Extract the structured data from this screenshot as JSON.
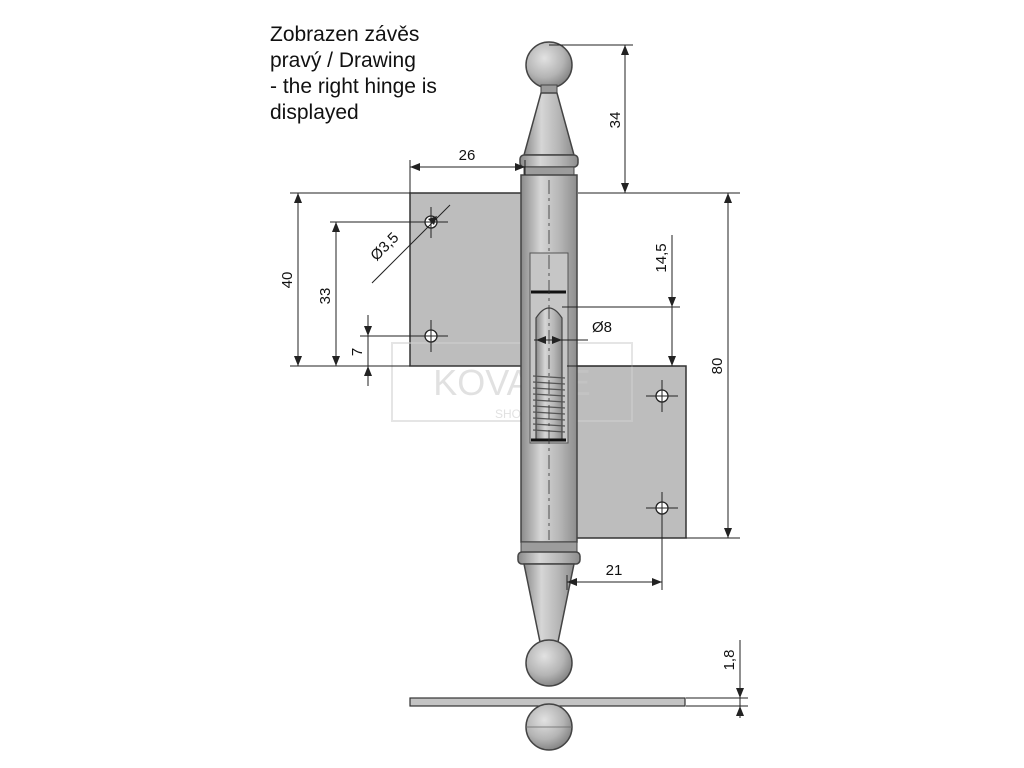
{
  "caption": {
    "lines": [
      "Zobrazen závěs",
      "pravý / Drawing",
      "- the right hinge is",
      "displayed"
    ]
  },
  "dimensions": {
    "knob_height": "34",
    "leaf_width_top": "26",
    "leaf_height": "40",
    "hole_spacing": "33",
    "hole_offset": "7",
    "hole_diameter": "Ø3,5",
    "pin_diameter": "Ø8",
    "pin_offset": "14,5",
    "total_height": "80",
    "leaf_width_bottom": "21",
    "thickness": "1,8"
  },
  "watermark": {
    "brand": "KOVANIE",
    "sub": "SHOP"
  },
  "colors": {
    "metal": "#b9b9b9",
    "metal_dark": "#8c8c8c",
    "leaf": "#bdbdbd",
    "line": "#222222"
  }
}
